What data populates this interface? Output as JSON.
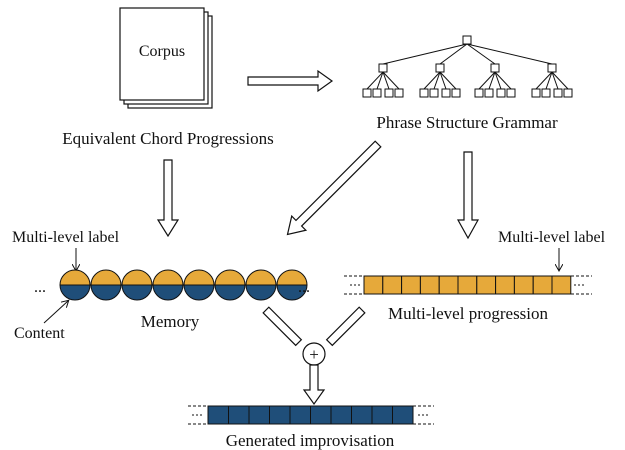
{
  "labels": {
    "corpus": "Corpus",
    "equivalent_chord_progressions": "Equivalent Chord Progressions",
    "phrase_structure_grammar": "Phrase Structure Grammar",
    "multi_level_label_left": "Multi-level label",
    "multi_level_label_right": "Multi-level label",
    "content": "Content",
    "memory": "Memory",
    "multi_level_progression": "Multi-level progression",
    "generated_improvisation": "Generated improvisation",
    "ellipsis_left": "...",
    "ellipsis_right": "...",
    "plus": "+"
  },
  "colors": {
    "gold": "#E6A93A",
    "navy": "#1F4E79",
    "stroke": "#111111"
  }
}
